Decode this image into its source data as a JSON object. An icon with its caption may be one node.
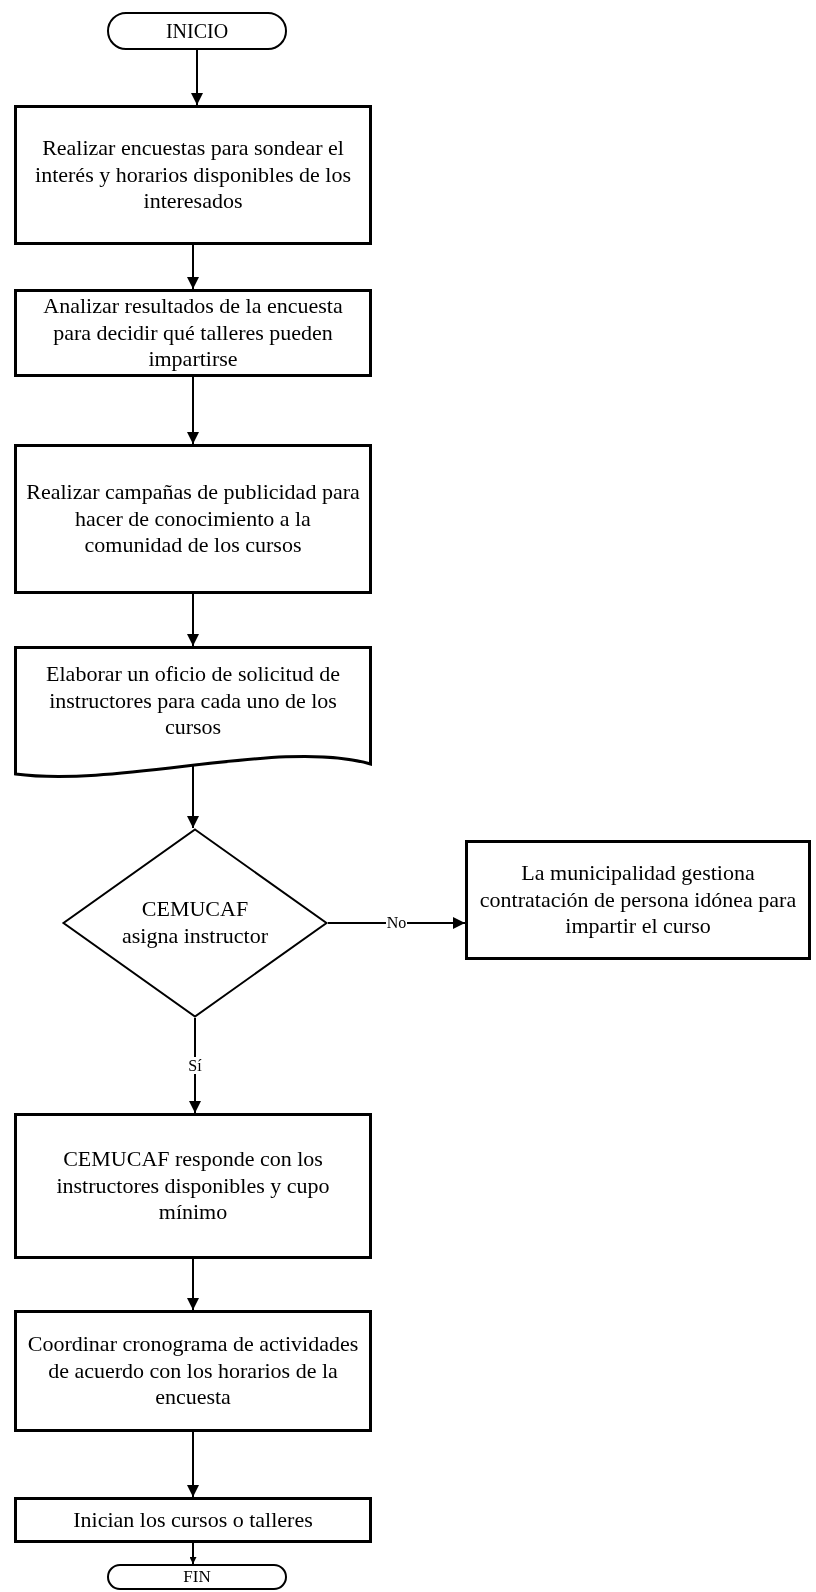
{
  "diagram": {
    "nodes": [
      {
        "text": [
          "INICIO"
        ]
      },
      {
        "text": [
          "Realizar encuestas para sondear el interés y horarios disponibles de los interesados"
        ]
      },
      {
        "text": [
          "Analizar resultados de la encuesta para decidir qué talleres pueden impartirse"
        ]
      },
      {
        "text": [
          "Realizar campañas de publicidad para hacer de conocimiento a la comunidad de los cursos"
        ]
      },
      {
        "text": [
          "Elaborar un oficio de solicitud de instructores para cada uno de los cursos"
        ]
      },
      {
        "text": [
          "CEMUCAF asigna instructor"
        ]
      },
      {
        "text": [
          "La municipalidad gestiona contratación de persona idónea para impartir el curso"
        ]
      },
      {
        "text": [
          "CEMUCAF responde con los instructores disponibles y cupo mínimo"
        ]
      },
      {
        "text": [
          "Coordinar cronograma de actividades de acuerdo con los horarios de la encuesta"
        ]
      },
      {
        "text": [
          "Inician los cursos o talleres"
        ]
      },
      {
        "text": [
          "FIN"
        ]
      }
    ],
    "edges": [
      {
        "from": 0,
        "to": 1,
        "arrow": "to"
      },
      {
        "from": 1,
        "to": 2,
        "arrow": "to"
      },
      {
        "from": 2,
        "to": 3,
        "arrow": "to"
      },
      {
        "from": 3,
        "to": 4,
        "arrow": "to"
      },
      {
        "from": 4,
        "to": 5,
        "arrow": "to"
      },
      {
        "from": 5,
        "to": 6,
        "arrow": "to",
        "label": "No"
      },
      {
        "from": 5,
        "to": 7,
        "arrow": "to",
        "label": "Sí"
      },
      {
        "from": 7,
        "to": 8,
        "arrow": "to"
      },
      {
        "from": 8,
        "to": 9,
        "arrow": "to"
      },
      {
        "from": 9,
        "to": 10,
        "arrow": "to"
      }
    ]
  }
}
